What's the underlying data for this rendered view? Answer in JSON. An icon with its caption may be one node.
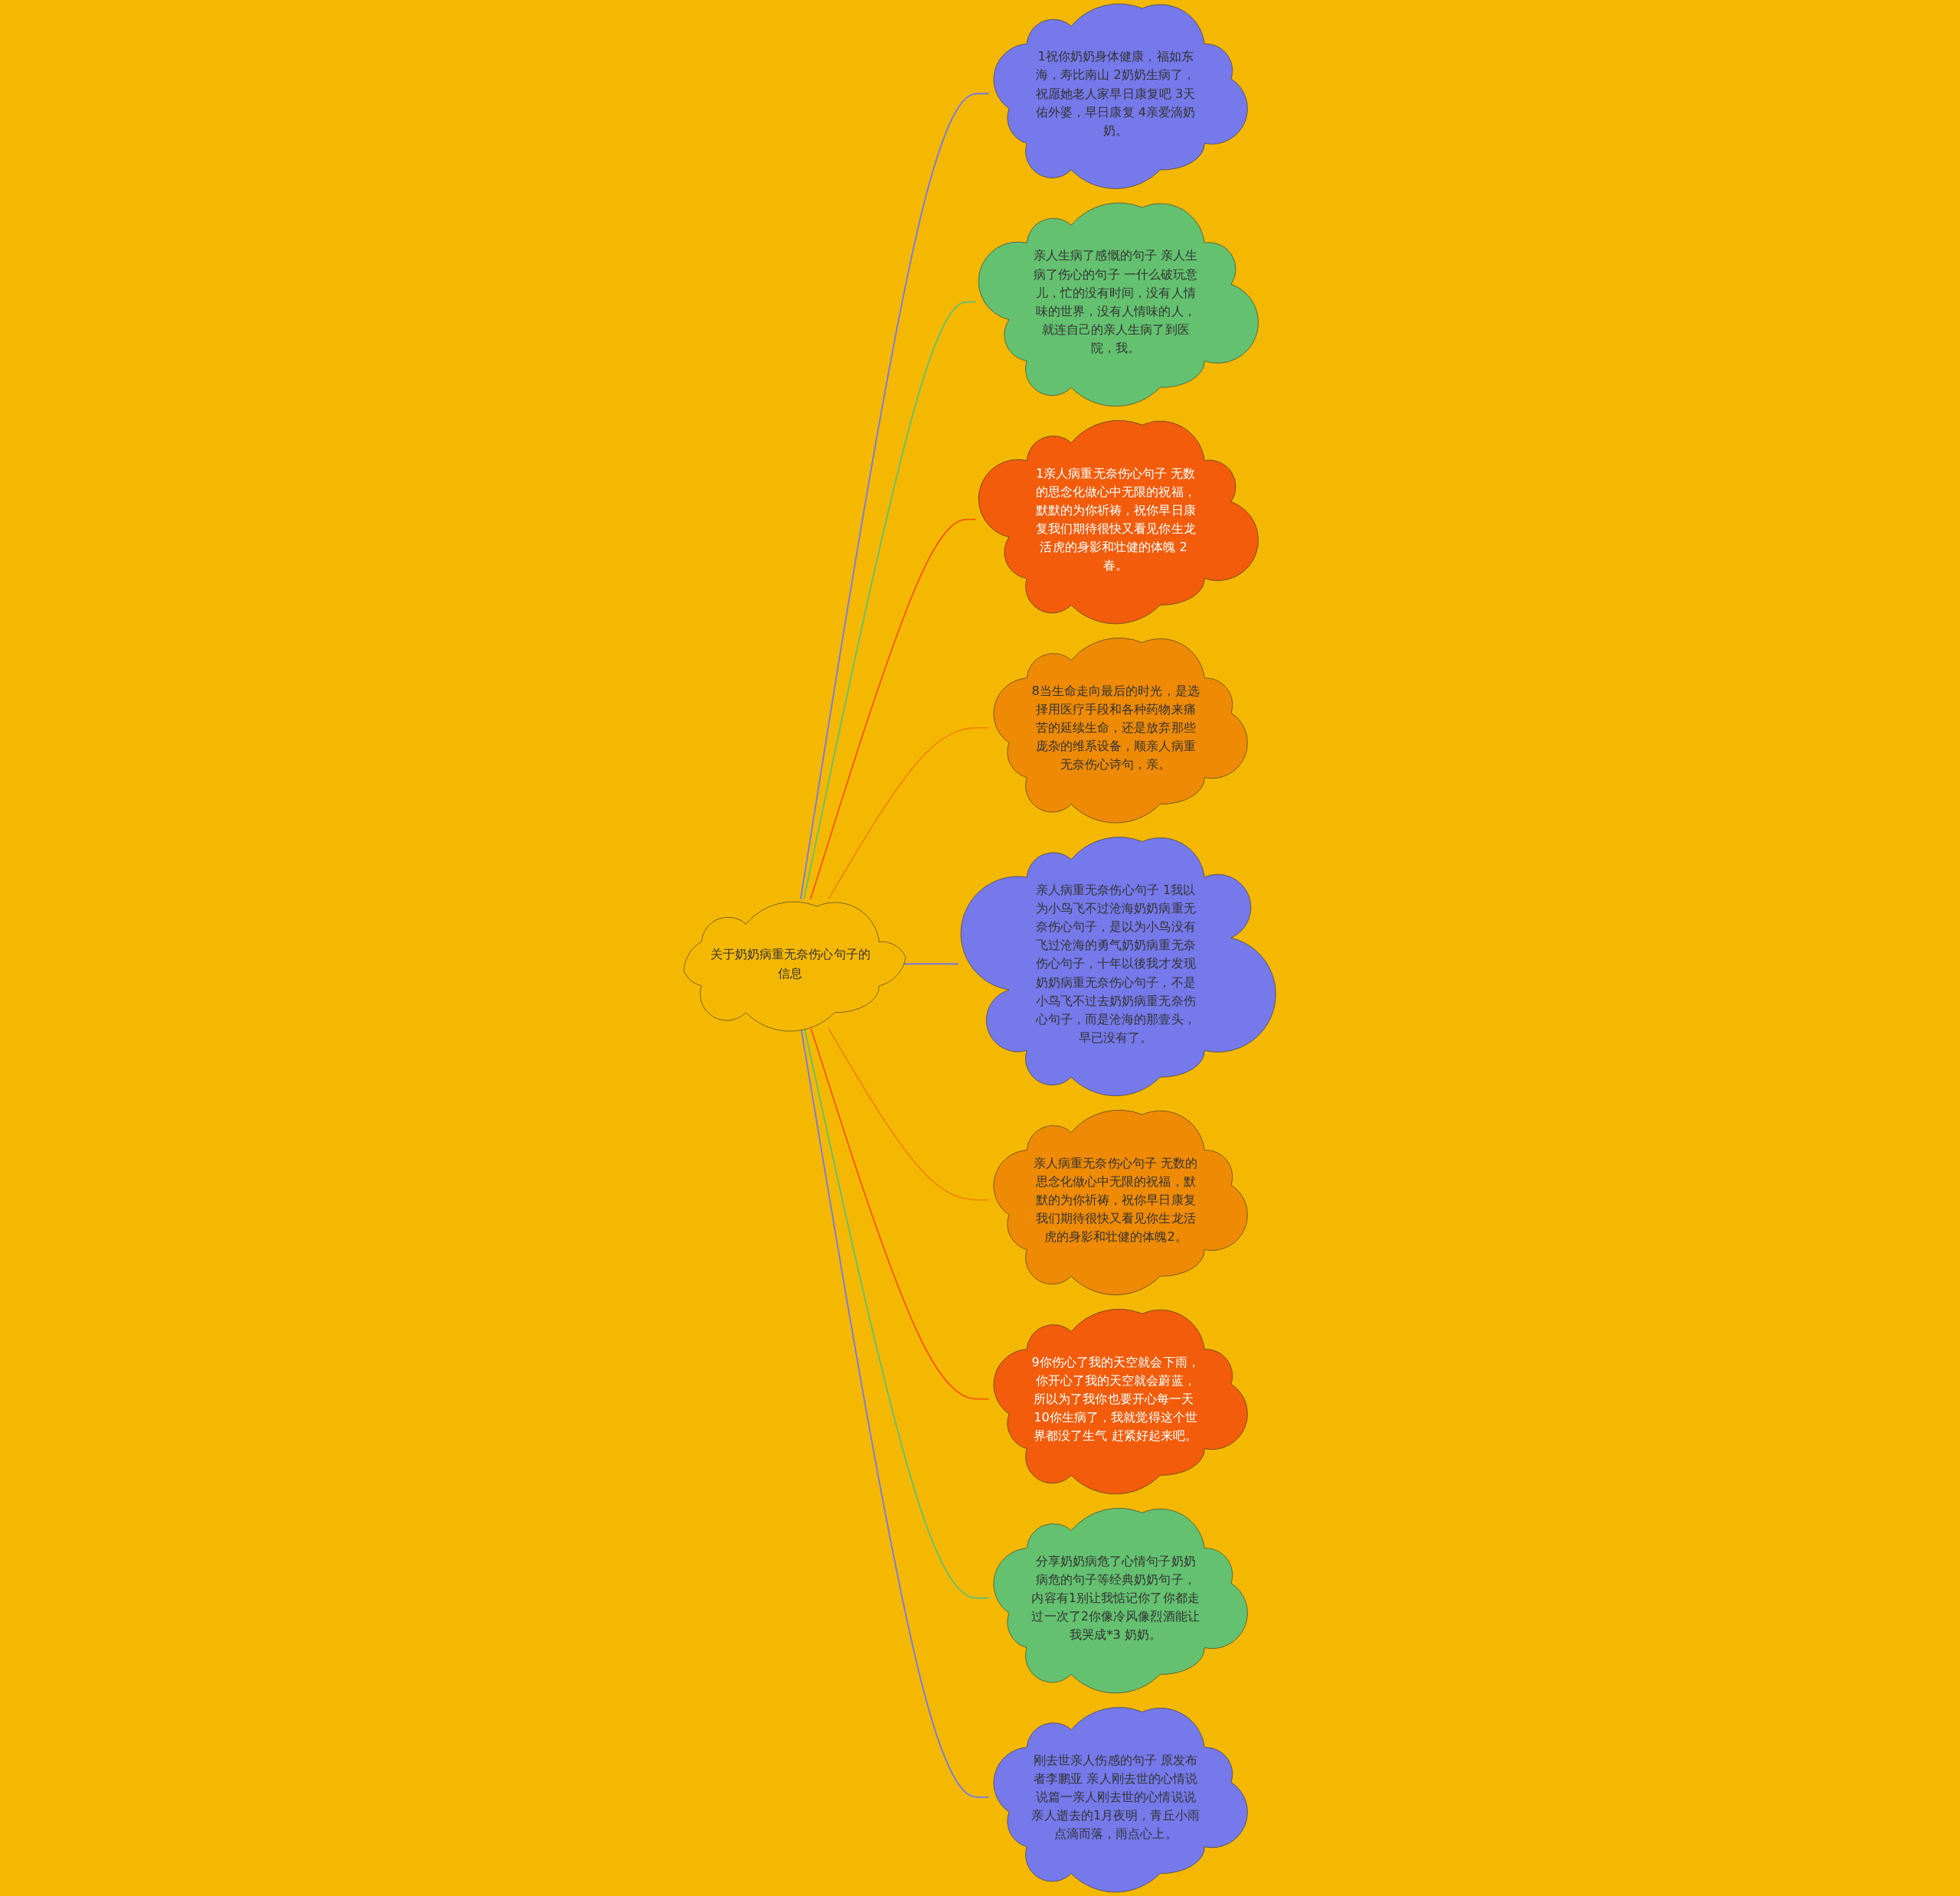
{
  "diagram": {
    "nodes": [
      {
        "text": [
          "关于奶奶病重无奈伤心句子的信息"
        ]
      },
      {
        "text": [
          "1祝你奶奶身体健康，福如东海，寿比南山 2奶奶生病了，祝愿她老人家早日康复吧 3天佑外婆，早日康复 4亲爱滴奶奶。"
        ]
      },
      {
        "text": [
          "亲人生病了感慨的句子 亲人生病了伤心的句子 一什么破玩意儿，忙的没有时间，没有人情味的世界，没有人情味的人，就连自己的亲人生病了到医院，我。"
        ]
      },
      {
        "text": [
          "1亲人病重无奈伤心句子 无数的思念化做心中无限的祝福，默默的为你祈祷，祝你早日康复我们期待很快又看见你生龙活虎的身影和壮健的体魄 2 春。"
        ]
      },
      {
        "text": [
          "8当生命走向最后的时光，是选择用医疗手段和各种药物来痛苦的延续生命，还是放弃那些庞杂的维系设备，顺亲人病重无奈伤心诗句，亲。"
        ]
      },
      {
        "text": [
          "亲人病重无奈伤心句子 1我以为小鸟飞不过沧海奶奶病重无奈伤心句子，是以为小鸟没有飞过沧海的勇气奶奶病重无奈伤心句子，十年以後我才发现奶奶病重无奈伤心句子，不是小鸟飞不过去奶奶病重无奈伤心句子，而是沧海的那壹头，早已没有了。"
        ]
      },
      {
        "text": [
          "亲人病重无奈伤心句子 无数的思念化做心中无限的祝福，默默的为你祈祷，祝你早日康复我们期待很快又看见你生龙活虎的身影和壮健的体魄2。"
        ]
      },
      {
        "text": [
          "9你伤心了我的天空就会下雨，你开心了我的天空就会蔚蓝，所以为了我你也要开心每一天 10你生病了，我就觉得这个世界都没了生气 赶紧好起来吧。"
        ]
      },
      {
        "text": [
          "分享奶奶病危了心情句子奶奶病危的句子等经典奶奶句子，内容有1别让我惦记你了你都走过一次了2你像冷风像烈酒能让我哭成*3 奶奶。"
        ]
      },
      {
        "text": [
          "刚去世亲人伤感的句子 原发布者李鹏亚 亲人刚去世的心情说说篇一亲人刚去世的心情说说亲人逝去的1月夜明，青丘小雨点滴而落，雨点心上。"
        ]
      }
    ],
    "edges": [
      {
        "from": 0,
        "to": 1,
        "arrow": "none",
        "color": "#7579ea"
      },
      {
        "from": 0,
        "to": 2,
        "arrow": "none",
        "color": "#64c170"
      },
      {
        "from": 0,
        "to": 3,
        "arrow": "none",
        "color": "#f25c0a"
      },
      {
        "from": 0,
        "to": 4,
        "arrow": "none",
        "color": "#ee8a03"
      },
      {
        "from": 0,
        "to": 5,
        "arrow": "none",
        "color": "#7579ea"
      },
      {
        "from": 0,
        "to": 6,
        "arrow": "none",
        "color": "#ee8a03"
      },
      {
        "from": 0,
        "to": 7,
        "arrow": "none",
        "color": "#f25c0a"
      },
      {
        "from": 0,
        "to": 8,
        "arrow": "none",
        "color": "#64c170"
      },
      {
        "from": 0,
        "to": 9,
        "arrow": "none",
        "color": "#7579ea"
      }
    ]
  }
}
